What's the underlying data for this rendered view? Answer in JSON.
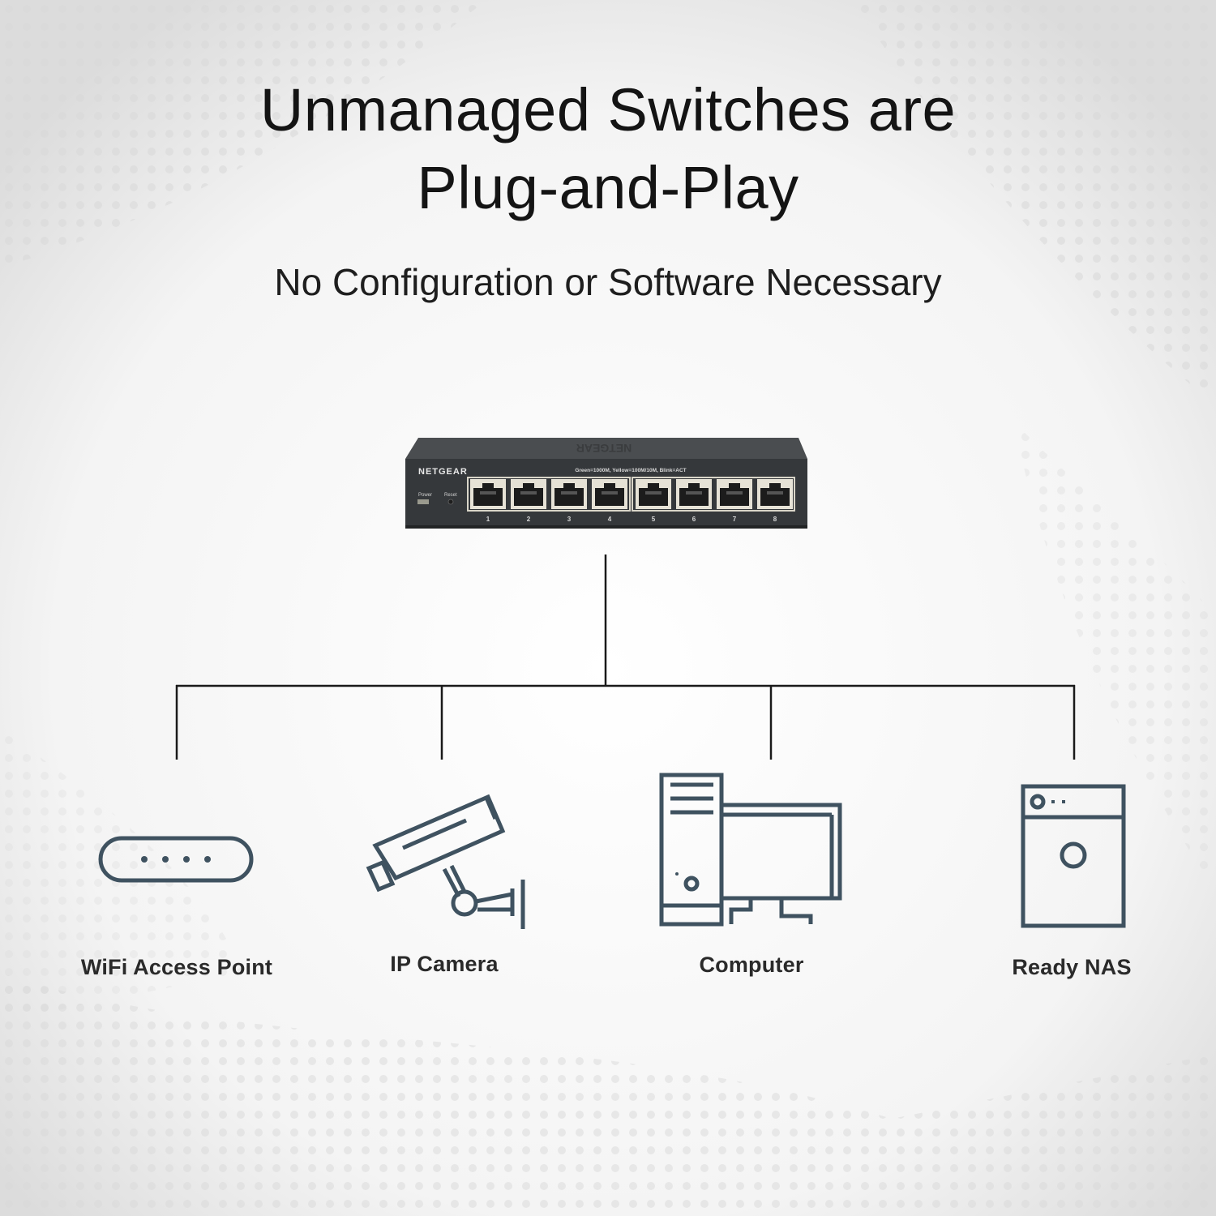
{
  "header": {
    "title_line1": "Unmanaged Switches are",
    "title_line2": "Plug-and-Play",
    "subtitle": "No Configuration or Software Necessary"
  },
  "switch": {
    "brand_front": "NETGEAR",
    "brand_top": "NETGEAR",
    "led_legend": "Green=1000M, Yellow=100M/10M, Blink=ACT",
    "power_label": "Power",
    "reset_label": "Reset",
    "ports": [
      "1",
      "2",
      "3",
      "4",
      "5",
      "6",
      "7",
      "8"
    ]
  },
  "devices": [
    {
      "label": "WiFi Access Point",
      "icon": "wifi-access-point-icon"
    },
    {
      "label": "IP Camera",
      "icon": "ip-camera-icon"
    },
    {
      "label": "Computer",
      "icon": "computer-icon"
    },
    {
      "label": "Ready NAS",
      "icon": "ready-nas-icon"
    }
  ],
  "colors": {
    "icon_stroke": "#3f5260",
    "line": "#1a1a1a",
    "switch_body": "#3a3d40",
    "port_frame": "#e6e2d6"
  }
}
